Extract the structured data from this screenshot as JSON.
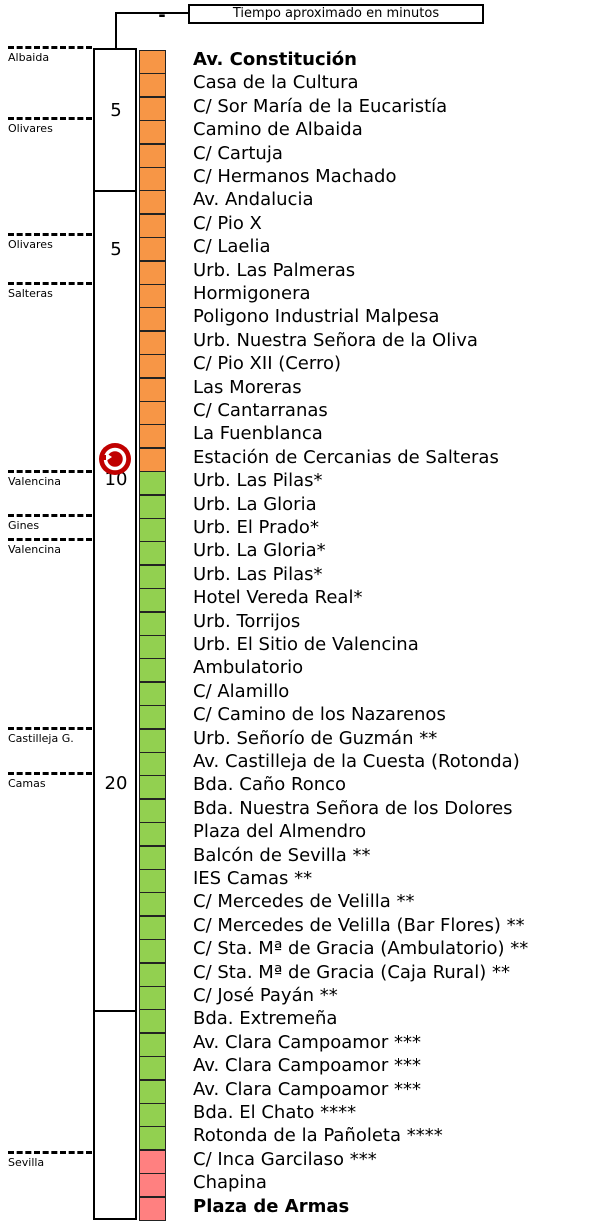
{
  "legend": {
    "label": "Tiempo aproximado en minutos",
    "marker": "-"
  },
  "colors": {
    "orange": "#f79646",
    "green": "#92d050",
    "pink": "#ff8080",
    "train_red": "#c00000"
  },
  "time_blocks": [
    {
      "label": "5"
    },
    {
      "label": "5"
    },
    {
      "label": "10"
    },
    {
      "label": "20"
    },
    {
      "label": ""
    }
  ],
  "zones": [
    {
      "label": "Albaida"
    },
    {
      "label": "Olivares"
    },
    {
      "label": "Olivares"
    },
    {
      "label": "Salteras"
    },
    {
      "label": "Valencina"
    },
    {
      "label": "Gines"
    },
    {
      "label": "Valencina"
    },
    {
      "label": "Castilleja G."
    },
    {
      "label": "Camas"
    },
    {
      "label": "Sevilla"
    }
  ],
  "train_icon": "train-station-icon",
  "stops": [
    {
      "name": "Av. Constitución",
      "color": "orange",
      "bold": true
    },
    {
      "name": "Casa de la Cultura",
      "color": "orange"
    },
    {
      "name": "C/ Sor María de la Eucaristía",
      "color": "orange"
    },
    {
      "name": "Camino de Albaida",
      "color": "orange"
    },
    {
      "name": "C/ Cartuja",
      "color": "orange"
    },
    {
      "name": "C/ Hermanos Machado",
      "color": "orange"
    },
    {
      "name": "Av. Andalucia",
      "color": "orange"
    },
    {
      "name": "C/ Pio X",
      "color": "orange"
    },
    {
      "name": "C/ Laelia",
      "color": "orange"
    },
    {
      "name": "Urb. Las Palmeras",
      "color": "orange"
    },
    {
      "name": "Hormigonera",
      "color": "orange"
    },
    {
      "name": "Poligono Industrial Malpesa",
      "color": "orange"
    },
    {
      "name": "Urb. Nuestra Señora de la Oliva",
      "color": "orange"
    },
    {
      "name": "C/ Pio XII (Cerro)",
      "color": "orange"
    },
    {
      "name": "Las Moreras",
      "color": "orange"
    },
    {
      "name": "C/ Cantarranas",
      "color": "orange"
    },
    {
      "name": "La Fuenblanca",
      "color": "orange"
    },
    {
      "name": "Estación de Cercanias de Salteras",
      "color": "orange"
    },
    {
      "name": "Urb. Las Pilas*",
      "color": "green"
    },
    {
      "name": "Urb. La Gloria",
      "color": "green"
    },
    {
      "name": "Urb. El Prado*",
      "color": "green"
    },
    {
      "name": "Urb. La Gloria*",
      "color": "green"
    },
    {
      "name": "Urb. Las Pilas*",
      "color": "green"
    },
    {
      "name": "Hotel Vereda Real*",
      "color": "green"
    },
    {
      "name": "Urb. Torrijos",
      "color": "green"
    },
    {
      "name": "Urb. El Sitio de Valencina",
      "color": "green"
    },
    {
      "name": "Ambulatorio",
      "color": "green"
    },
    {
      "name": "C/ Alamillo",
      "color": "green"
    },
    {
      "name": "C/ Camino de los Nazarenos",
      "color": "green"
    },
    {
      "name": "Urb. Señorío de Guzmán **",
      "color": "green"
    },
    {
      "name": "Av. Castilleja de la Cuesta (Rotonda)",
      "color": "green"
    },
    {
      "name": "Bda. Caño Ronco",
      "color": "green"
    },
    {
      "name": "Bda. Nuestra Señora de los Dolores",
      "color": "green"
    },
    {
      "name": "Plaza del Almendro",
      "color": "green"
    },
    {
      "name": "Balcón de Sevilla **",
      "color": "green"
    },
    {
      "name": "IES Camas **",
      "color": "green"
    },
    {
      "name": "C/ Mercedes de Velilla **",
      "color": "green"
    },
    {
      "name": "C/ Mercedes de Velilla (Bar Flores) **",
      "color": "green"
    },
    {
      "name": "C/ Sta. Mª de Gracia (Ambulatorio) **",
      "color": "green"
    },
    {
      "name": "C/ Sta. Mª de Gracia (Caja Rural) **",
      "color": "green"
    },
    {
      "name": "C/ José Payán **",
      "color": "green"
    },
    {
      "name": "Bda. Extremeña",
      "color": "green"
    },
    {
      "name": "Av. Clara Campoamor ***",
      "color": "green"
    },
    {
      "name": "Av. Clara Campoamor ***",
      "color": "green"
    },
    {
      "name": "Av. Clara Campoamor ***",
      "color": "green"
    },
    {
      "name": "Bda. El Chato ****",
      "color": "green"
    },
    {
      "name": "Rotonda de la Pañoleta ****",
      "color": "green"
    },
    {
      "name": "C/ Inca Garcilaso ***",
      "color": "pink"
    },
    {
      "name": "Chapina",
      "color": "pink"
    },
    {
      "name": "Plaza de Armas",
      "color": "pink",
      "bold": true
    }
  ]
}
